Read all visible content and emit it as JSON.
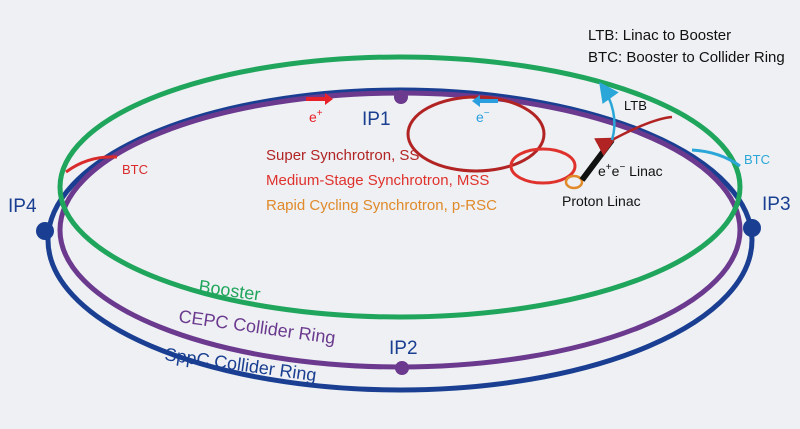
{
  "legend": {
    "ltb": "LTB: Linac to Booster",
    "btc": "BTC: Booster to Collider Ring"
  },
  "labels": {
    "ip1": "IP1",
    "ip2": "IP2",
    "ip3": "IP3",
    "ip4": "IP4",
    "booster": "Booster",
    "cepc": "CEPC Collider Ring",
    "sppc": "SppC Collider Ring",
    "ss": "Super Synchrotron, SS",
    "mss": "Medium-Stage Synchrotron, MSS",
    "prsc": "Rapid Cycling Synchrotron, p-RSC",
    "ltb_tag": "LTB",
    "btc_left": "BTC",
    "btc_right": "BTC",
    "positron_base": "e",
    "positron_sup": "+",
    "electron_base": "e",
    "electron_sup": "−",
    "linac_sup1": "+",
    "linac_e2": "e",
    "linac_sup2": "−",
    "linac_word": " Linac",
    "linac_e1": "e",
    "proton_linac": "Proton Linac"
  },
  "colors": {
    "background": "#eef0f3",
    "sppc_ring": "#1a3f92",
    "cepc_ring": "#6b3a8f",
    "booster_ring": "#1fa55c",
    "ss_ring": "#b22424",
    "mss_ring": "#e0322d",
    "prsc_ring": "#e08a2a",
    "btc_left": "#d92b2b",
    "btc_right": "#2aa7d8",
    "positron_arrow": "#e8202a",
    "electron_arrow": "#2a9fe0",
    "text_dark": "#111111"
  }
}
